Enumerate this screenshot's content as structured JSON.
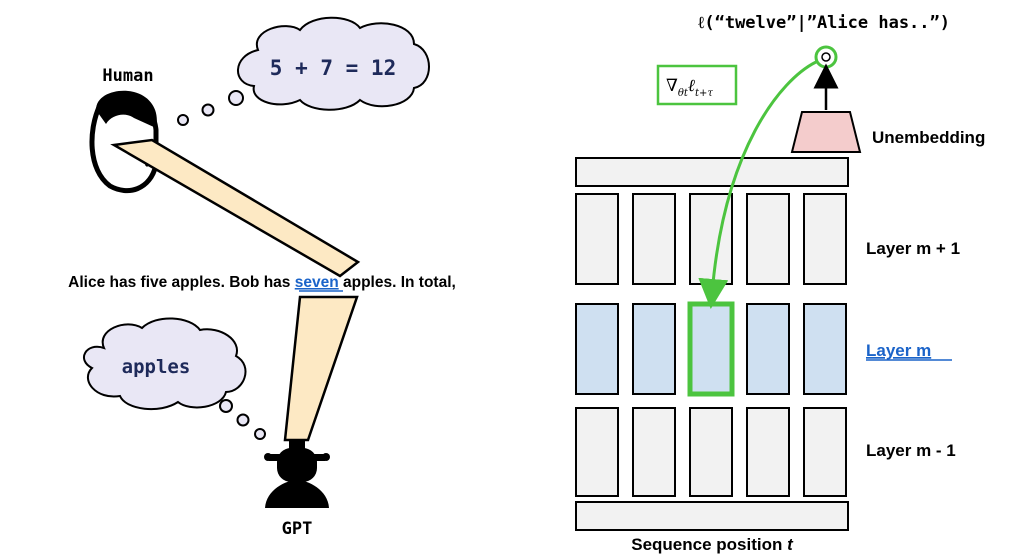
{
  "left": {
    "human_label": "Human",
    "human_thought": "5 + 7 = 12",
    "sentence_before": "Alice has five apples. Bob has ",
    "sentence_highlight": "seven",
    "sentence_after": " apples. In total,",
    "gpt_thought": "apples",
    "gpt_label": "GPT"
  },
  "right": {
    "loss_label": "ℓ(“twelve”|”Alice has..”)",
    "gradient_label": "∇",
    "gradient_sub": "θt",
    "gradient_ell": "ℓ",
    "gradient_ell_sub": "t+τ",
    "unembedding_label": "Unembedding",
    "layer_top_label": "Layer m + 1",
    "layer_mid_label": "Layer m",
    "layer_bottom_label": "Layer m - 1",
    "axis_label_prefix": "Sequence position ",
    "axis_label_var": "t"
  },
  "colors": {
    "highlight_blue": "#1a63c9",
    "green": "#4cc43f",
    "cell_gray": "#f2f2f2",
    "cell_blue": "#cfe0f1",
    "unembed_pink": "#f4cccc",
    "beam": "#fde9c4",
    "thought_bubble": "#e9e7f5",
    "thought_text": "#1e2a5a"
  }
}
